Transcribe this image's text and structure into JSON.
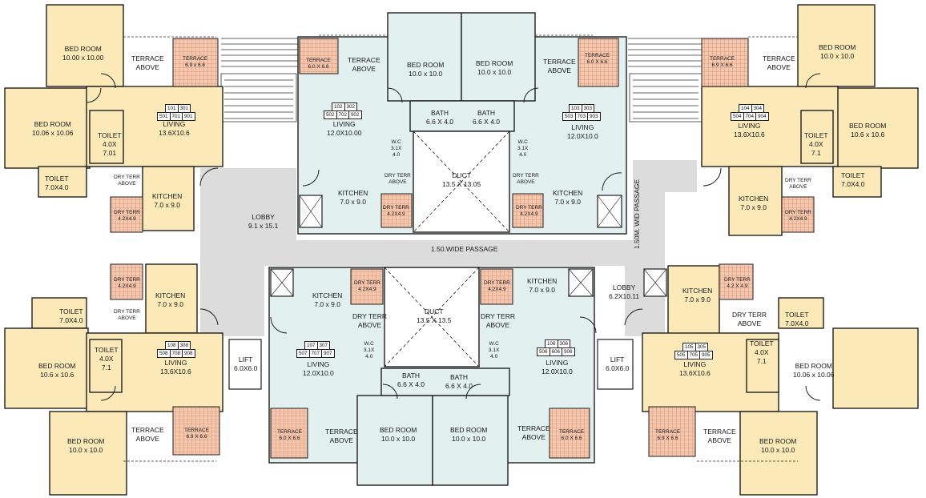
{
  "rooms": {
    "tl_bed_top": [
      "BED ROOM",
      "10.00 x 10.00"
    ],
    "tl_bed_left": [
      "BED ROOM",
      "10.06 x 10.06"
    ],
    "tl_toilet_a": [
      "TOILET",
      "4.0X",
      "7.01"
    ],
    "tl_toilet_b": [
      "TOILET",
      "7.0X4.0"
    ],
    "tl_terrace_above": [
      "TERRACE",
      "ABOVE"
    ],
    "tl_terrace": [
      "TERRACE",
      "6.9 x 6.6"
    ],
    "tl_living": [
      "LIVING",
      "13.6X10.6"
    ],
    "tl_dryterr_above": [
      "DRY TERR",
      "ABOVE"
    ],
    "tl_dryterr": [
      "DRY TERR",
      "4.2X4.9"
    ],
    "tl_kitchen": [
      "KITCHEN",
      "7.0 x 9.0"
    ],
    "tc_terrace": [
      "TERRACE",
      "6.0 X 6.6"
    ],
    "tc_terrace_above": [
      "TERRACE",
      "ABOVE"
    ],
    "tc_bed_l": [
      "BED ROOM",
      "10.0 x 10.0"
    ],
    "tc_bed_r": [
      "BED ROOM",
      "10.0 x 10.0"
    ],
    "tc_terrace_above_r": [
      "TERRACE",
      "ABOVE"
    ],
    "tc_terrace_r": [
      "TERRACE",
      "6.0 X 6.6"
    ],
    "tc_living_l": [
      "LIVING",
      "12.0X10.00"
    ],
    "tc_living_r": [
      "LIVING",
      "12.0X10.0"
    ],
    "tc_bath_l": [
      "BATH",
      "6.6 X 4.0"
    ],
    "tc_bath_r": [
      "BATH",
      "6.6 X 4.0"
    ],
    "tc_wc_l": [
      "W.C",
      "3.1X",
      "4.0"
    ],
    "tc_wc_r": [
      "W.C",
      "3.1X",
      "4.0"
    ],
    "tc_duct": [
      "DUCT",
      "13.5 X 13.05"
    ],
    "tc_dryterr_above_l": [
      "DRY TERR",
      "ABOVE"
    ],
    "tc_dryterr_above_r": [
      "DRY TERR",
      "ABOVE"
    ],
    "tc_dryterr_l": [
      "DRY TERR",
      "4.2X4.9"
    ],
    "tc_dryterr_r": [
      "DRY TERR",
      "4.2X4.9"
    ],
    "tc_kitchen_l": [
      "KITCHEN",
      "7.0 x 9.0"
    ],
    "tc_kitchen_r": [
      "KITCHEN",
      "7.0 x 9.0"
    ],
    "tr_terrace": [
      "TERRACE",
      "6.9 X 6.6"
    ],
    "tr_terrace_above": [
      "TERRACE",
      "ABOVE"
    ],
    "tr_bed_top": [
      "BED ROOM",
      "10.0 x 10.0"
    ],
    "tr_living": [
      "LIVING",
      "13.6X10.6"
    ],
    "tr_toilet_a": [
      "TOILET",
      "4.0X",
      "7.1"
    ],
    "tr_bed_right": [
      "BED ROOM",
      "10.6 x 10.6"
    ],
    "tr_toilet_b": [
      "TOILET",
      "7.0X4.0"
    ],
    "tr_dryterr_above": [
      "DRY TERR",
      "ABOVE"
    ],
    "tr_dryterr": [
      "DRY TERR",
      "4.2X4.9"
    ],
    "tr_kitchen": [
      "KITCHEN",
      "7.0 x 9.0"
    ],
    "lobby_l": [
      "LOBBY",
      "9.1 x 15.1"
    ],
    "passage_h": [
      "1.50.WIDE PASSAGE"
    ],
    "passage_v": [
      "1.50M. WID PASSAGE"
    ],
    "lobby_r": [
      "LOBBY",
      "6.2X10.11"
    ],
    "lift_l": [
      "LIFT",
      "6.0X6.0"
    ],
    "lift_r": [
      "LIFT",
      "6.0X6.0"
    ],
    "bl_dryterr": [
      "DRY TERR",
      "4.2X4.9"
    ],
    "bl_kitchen": [
      "KITCHEN",
      "7.0 x 9.0"
    ],
    "bl_dryterr_above": [
      "DRY TERR",
      "ABOVE"
    ],
    "bl_toilet_b": [
      "TOILET",
      "7.0X4.0"
    ],
    "bl_toilet_a": [
      "TOILET",
      "4.0X",
      "7.1"
    ],
    "bl_bed_left": [
      "BED ROOM",
      "10.6 x 10.6"
    ],
    "bl_living": [
      "LIVING",
      "13.6X10.6"
    ],
    "bl_terrace": [
      "TERRACE",
      "6.9 X 6.6"
    ],
    "bl_terrace_above": [
      "TERRACE",
      "ABOVE"
    ],
    "bl_bed_bottom": [
      "BED ROOM",
      "10.0 x 10.0"
    ],
    "bc_kitchen_l": [
      "KITCHEN",
      "7.0 x 9.0"
    ],
    "bc_kitchen_r": [
      "KITCHEN",
      "7.0 x 9.0"
    ],
    "bc_dryterr_l": [
      "DRY TERR",
      "4.2X4.9"
    ],
    "bc_dryterr_r": [
      "DRY TERR",
      "4.2X4.9"
    ],
    "bc_dryterr_above_l": [
      "DRY TERR",
      "ABOVE"
    ],
    "bc_dryterr_above_r": [
      "DRY TERR",
      "ABOVE"
    ],
    "bc_duct": [
      "DUCT",
      "13.5 X 13.5"
    ],
    "bc_wc_l": [
      "W.C",
      "3.1X",
      "4.0"
    ],
    "bc_wc_r": [
      "W.C",
      "3.1X",
      "4.0"
    ],
    "bc_living_l": [
      "LIVING",
      "12.0X10.0"
    ],
    "bc_living_r": [
      "LIVING",
      "12.0X10.0"
    ],
    "bc_bath_l": [
      "BATH",
      "6.6 X 4.0"
    ],
    "bc_bath_r": [
      "BATH",
      "6.6 X 4.0"
    ],
    "bc_terrace_l": [
      "TERRACE",
      "6.0 X 6.6"
    ],
    "bc_terrace_above_l": [
      "TERRACE",
      "ABOVE"
    ],
    "bc_bed_l": [
      "BED ROOM",
      "10.0 x 10.0"
    ],
    "bc_bed_r": [
      "BED ROOM",
      "10.0 x 10.0"
    ],
    "bc_terrace_above_r": [
      "TERRACE",
      "ABOVE"
    ],
    "bc_terrace_r": [
      "TERRACE",
      "6.0 X 6.6"
    ],
    "br_kitchen": [
      "KITCHEN",
      "7.0 x 9.0"
    ],
    "br_dryterr": [
      "DRY TERR",
      "4.2 X 4.9"
    ],
    "br_dryterr_above": [
      "DRY TERR",
      "ABOVE"
    ],
    "br_toilet_b": [
      "TOILET",
      "7.0X4.0"
    ],
    "br_toilet_a": [
      "TOILET",
      "4.0X",
      "7.1"
    ],
    "br_living": [
      "LIVING",
      "13.6X10.6"
    ],
    "br_bed_right": [
      "BED ROOM",
      "10.06 x 10.06"
    ],
    "br_terrace": [
      "TERRACE",
      "6.9 X 6.6"
    ],
    "br_terrace_above": [
      "TERRACE",
      "ABOVE"
    ],
    "br_bed_bottom": [
      "BED ROOM",
      "10.0 x 10.0"
    ]
  },
  "flat_numbers": {
    "tl": [
      [
        "101",
        "301"
      ],
      [
        "501",
        "701",
        "901"
      ]
    ],
    "tc_l": [
      [
        "102",
        "302"
      ],
      [
        "502",
        "702",
        "902"
      ]
    ],
    "tc_r": [
      [
        "103",
        "303"
      ],
      [
        "503",
        "703",
        "903"
      ]
    ],
    "tr": [
      [
        "104",
        "304"
      ],
      [
        "504",
        "704",
        "904"
      ]
    ],
    "bl": [
      [
        "108",
        "308"
      ],
      [
        "508",
        "708",
        "908"
      ]
    ],
    "bc_l": [
      [
        "107",
        "307"
      ],
      [
        "507",
        "707",
        "907"
      ]
    ],
    "bc_r": [
      [
        "106",
        "306"
      ],
      [
        "506",
        "606",
        "906"
      ]
    ],
    "br": [
      [
        "105",
        "305"
      ],
      [
        "505",
        "705",
        "905"
      ]
    ]
  },
  "colors": {
    "wing_flat": "#fbeab7",
    "core_flat": "#e2f0ef",
    "terrace": "#f5c7ad",
    "terrace_grid": "#c2765e",
    "common": "#dcdcdc",
    "wall": "#1f1f1f"
  }
}
